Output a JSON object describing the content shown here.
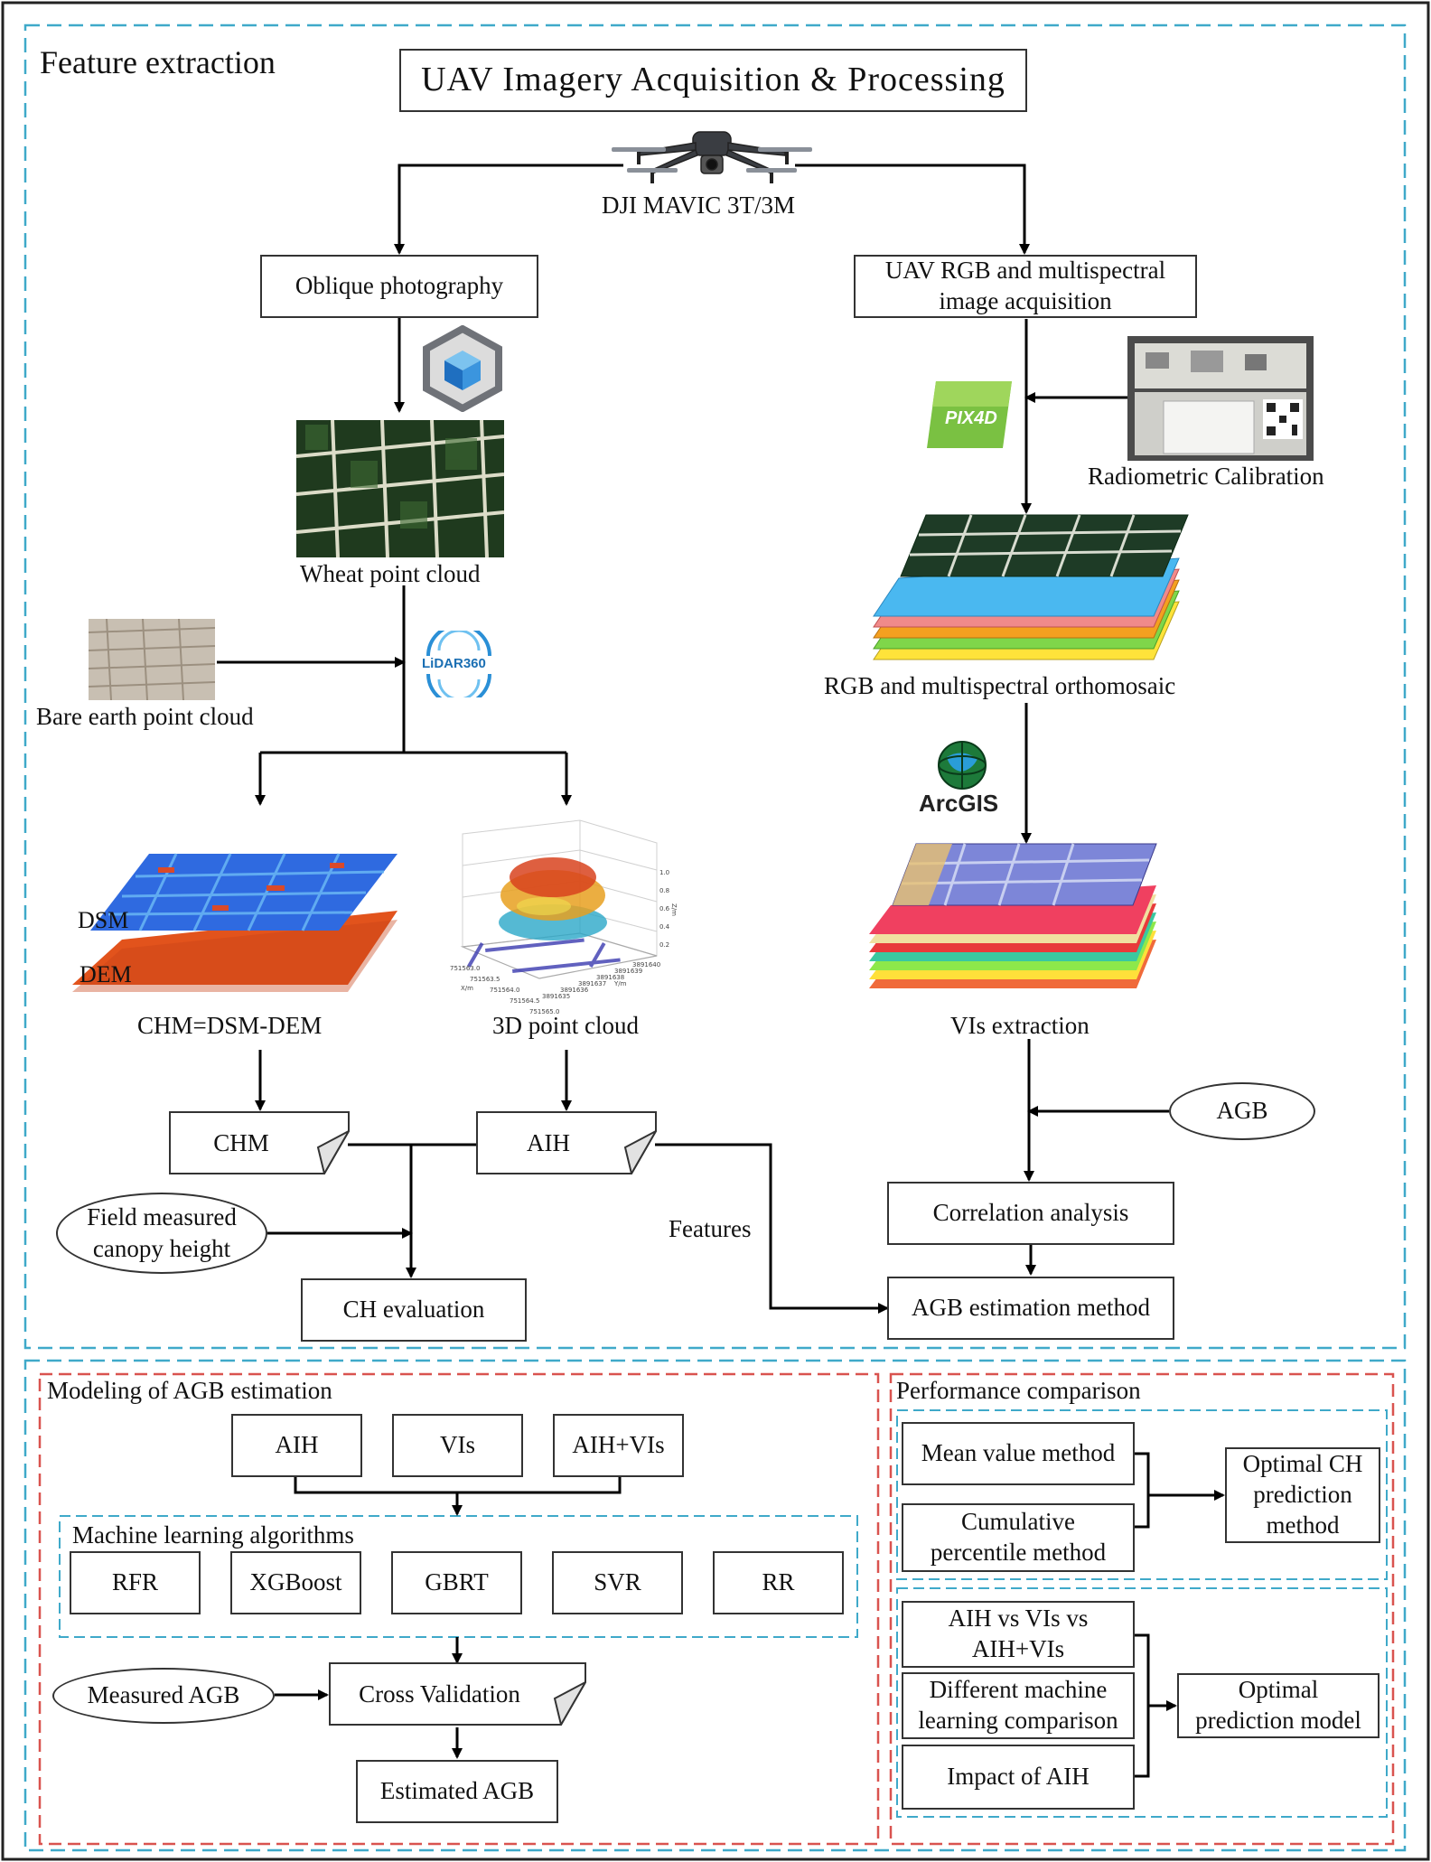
{
  "title": "UAV Imagery Acquisition & Processing",
  "sections": {
    "feature_extraction": "Feature extraction",
    "modeling": "Modeling of AGB estimation",
    "ml_algorithms": "Machine learning algorithms",
    "performance": "Performance comparison"
  },
  "drone": {
    "label": "DJI MAVIC 3T/3M",
    "icon": "drone-icon"
  },
  "left_branch": {
    "oblique": "Oblique photography",
    "wheat_point_cloud": "Wheat point cloud",
    "bare_earth": "Bare earth point cloud",
    "lidar_logo": "LiDAR360",
    "dsm": "DSM",
    "dem": "DEM",
    "chm_formula": "CHM=DSM-DEM",
    "point_cloud_3d": "3D point cloud",
    "chm": "CHM",
    "aih": "AIH",
    "field_measured": [
      "Field measured",
      "canopy height"
    ],
    "ch_evaluation": "CH evaluation",
    "features": "Features"
  },
  "right_branch": {
    "uav_rgb": [
      "UAV RGB and multispectral",
      "image acquisition"
    ],
    "pix4d_logo": "PIX4D",
    "radiometric": "Radiometric Calibration",
    "orthomosaic": "RGB and multispectral orthomosaic",
    "arcgis_logo": "ArcGIS",
    "vis_extraction": "VIs extraction",
    "agb": "AGB",
    "correlation": "Correlation analysis",
    "agb_method": "AGB estimation method"
  },
  "modeling": {
    "inputs": [
      "AIH",
      "VIs",
      "AIH+VIs"
    ],
    "algorithms": [
      "RFR",
      "XGBoost",
      "GBRT",
      "SVR",
      "RR"
    ],
    "measured_agb": "Measured AGB",
    "cross_validation": "Cross Validation",
    "estimated_agb": "Estimated AGB"
  },
  "performance": {
    "ch_methods": [
      "Mean value method",
      [
        "Cumulative",
        "percentile method"
      ]
    ],
    "optimal_ch": [
      "Optimal CH",
      "prediction",
      "method"
    ],
    "model_comparisons": [
      [
        "AIH vs VIs vs",
        "AIH+VIs"
      ],
      [
        "Different machine",
        "learning comparison"
      ],
      "Impact of AIH"
    ],
    "optimal_model": [
      "Optimal",
      "prediction model"
    ]
  },
  "colors": {
    "cyan_dash": "#3fa9c9",
    "red_dash": "#d9534f",
    "line": "#000000"
  },
  "axis_ticks": {
    "z": [
      "1.0",
      "0.8",
      "0.6",
      "0.4",
      "0.2"
    ],
    "x": [
      "751563.0",
      "751563.5",
      "751564.0",
      "751564.5",
      "751565.0"
    ],
    "y": [
      "3891640",
      "3891639",
      "3891638",
      "3891637",
      "3891636",
      "3891635"
    ],
    "z_label": "Z/m",
    "x_label": "X/m",
    "y_label": "Y/m"
  }
}
